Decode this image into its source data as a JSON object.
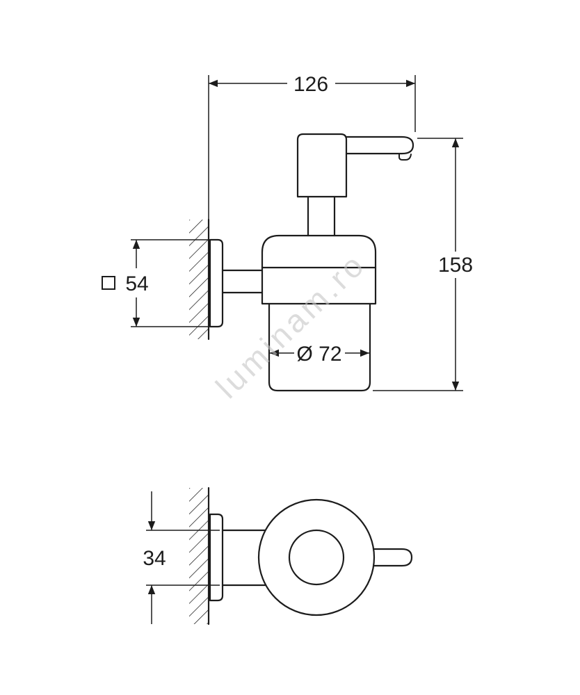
{
  "drawing": {
    "watermark": "luminam.ro",
    "dims": {
      "overall_width": "126",
      "overall_height": "158",
      "rosette_size": "54",
      "glass_diameter": "Ø 72",
      "holder_width": "34"
    },
    "colors": {
      "line": "#1c1c1c",
      "watermark": "#c6c6c6"
    }
  }
}
